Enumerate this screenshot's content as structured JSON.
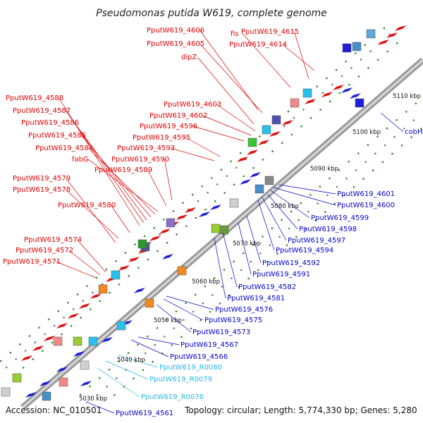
{
  "title": "Pseudomonas putida W619, complete genome",
  "footer": {
    "accession": "Accession: NC_010501",
    "summary": "Topology: circular; Length: 5,774,330 bp; Genes: 5,280"
  },
  "colors": {
    "forward_label": "#e00000",
    "reverse_label": "#0000cc",
    "rna_label": "#29b6e6",
    "backbone": "#9a9a9a",
    "tick_dot": "#2e8b2e"
  },
  "kbp_labels": [
    "5030 kbp",
    "5040 kbp",
    "5050 kbp",
    "5060 kbp",
    "5070 kbp",
    "5080 kbp",
    "5090 kbp",
    "5100 kbp",
    "5110 kbp"
  ],
  "forward_labels": [
    "PputW619_4606",
    "fis",
    "PputW619_4615",
    "PputW619_4605",
    "PputW619_4614",
    "dipZ",
    "PputW619_4588",
    "PputW619_4587",
    "PputW619_4586",
    "PputW619_4585",
    "PputW619_4584",
    "fabG",
    "PputW619_4603",
    "PputW619_4602",
    "PputW619_4596",
    "PputW619_4595",
    "PputW619_4593",
    "PputW619_4590",
    "PputW619_4589",
    "PputW619_4579",
    "PputW619_4578",
    "PputW619_4580",
    "PputW619_4574",
    "PputW619_4572",
    "PputW619_4571"
  ],
  "reverse_labels": [
    "cobH",
    "PputW619_4601",
    "PputW619_4600",
    "PputW619_4599",
    "PputW619_4598",
    "PputW619_4597",
    "PputW619_4594",
    "PputW619_4592",
    "PputW619_4591",
    "PputW619_4582",
    "PputW619_4581",
    "PputW619_4576",
    "PputW619_4575",
    "PputW619_4573",
    "PputW619_4567",
    "PputW619_4566",
    "PputW619_4561"
  ],
  "rna_labels": [
    "PputW619_R0080",
    "PputW619_R0079",
    "PputW619_R0076"
  ]
}
